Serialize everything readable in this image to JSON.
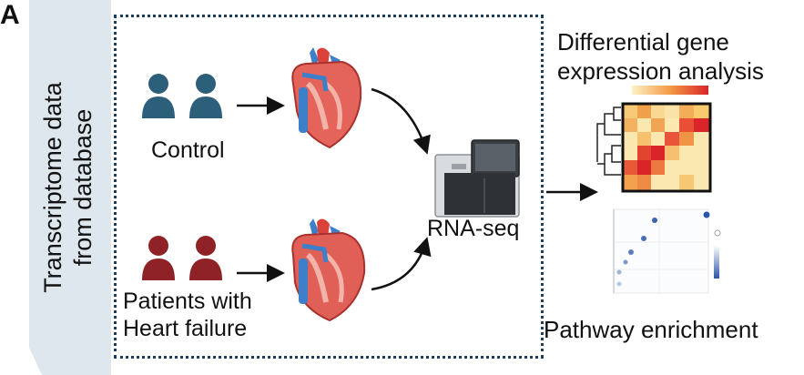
{
  "panel_letter": "A",
  "side_label": {
    "line1": "Transcriptome data",
    "line2": "from database"
  },
  "groups": {
    "control": "Control",
    "patients_line1": "Patients with",
    "patients_line2": "Heart failure"
  },
  "sequencer_label": "RNA-seq",
  "outputs": {
    "dge_line1": "Differential gene",
    "dge_line2": "expression analysis",
    "pathway": "Pathway enrichment"
  },
  "colors": {
    "control_person": "#2c5f7a",
    "patient_person": "#8f2226",
    "banner": "#dfe7ee",
    "box_border": "#1f3d5c",
    "heatmap_high": "#d9252a",
    "heatmap_low": "#fbeebc",
    "dot_blue": "#3a63b0"
  },
  "icons": [
    "person-icon",
    "heart-icon",
    "sequencer-icon",
    "heatmap-icon",
    "dot-plot-icon",
    "arrow-icon"
  ]
}
